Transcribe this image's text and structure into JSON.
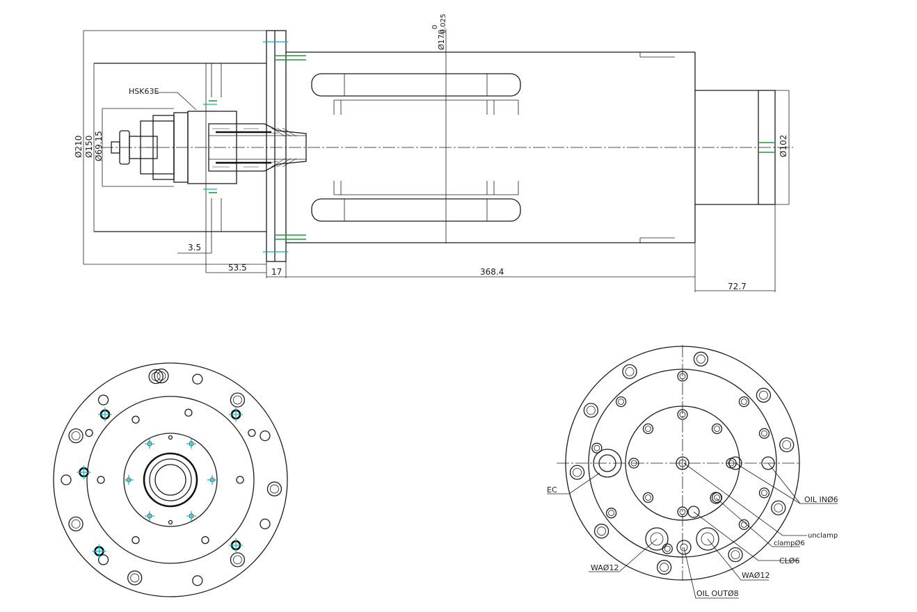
{
  "side_view": {
    "dimensions": {
      "d210": "Ø210",
      "d150": "Ø150",
      "d69": "Ø69.15",
      "d170": "Ø170",
      "d170_tol_upper": "0",
      "d170_tol_lower": "-0.025",
      "d102": "Ø102",
      "l35": "3.5",
      "l535": "53.5",
      "l17": "17",
      "l3684": "368.4",
      "l727": "72.7"
    },
    "labels": {
      "taper": "HSK63E"
    }
  },
  "rear_view": {
    "ports": {
      "ec": "EC",
      "oil_in": "OIL INØ6",
      "unclamp": "unclamp",
      "clamp": "clampØ6",
      "cl": "CLØ6",
      "wa_left": "WAØ12",
      "wa_right": "WAØ12",
      "oil_out": "OIL OUTØ8"
    }
  }
}
